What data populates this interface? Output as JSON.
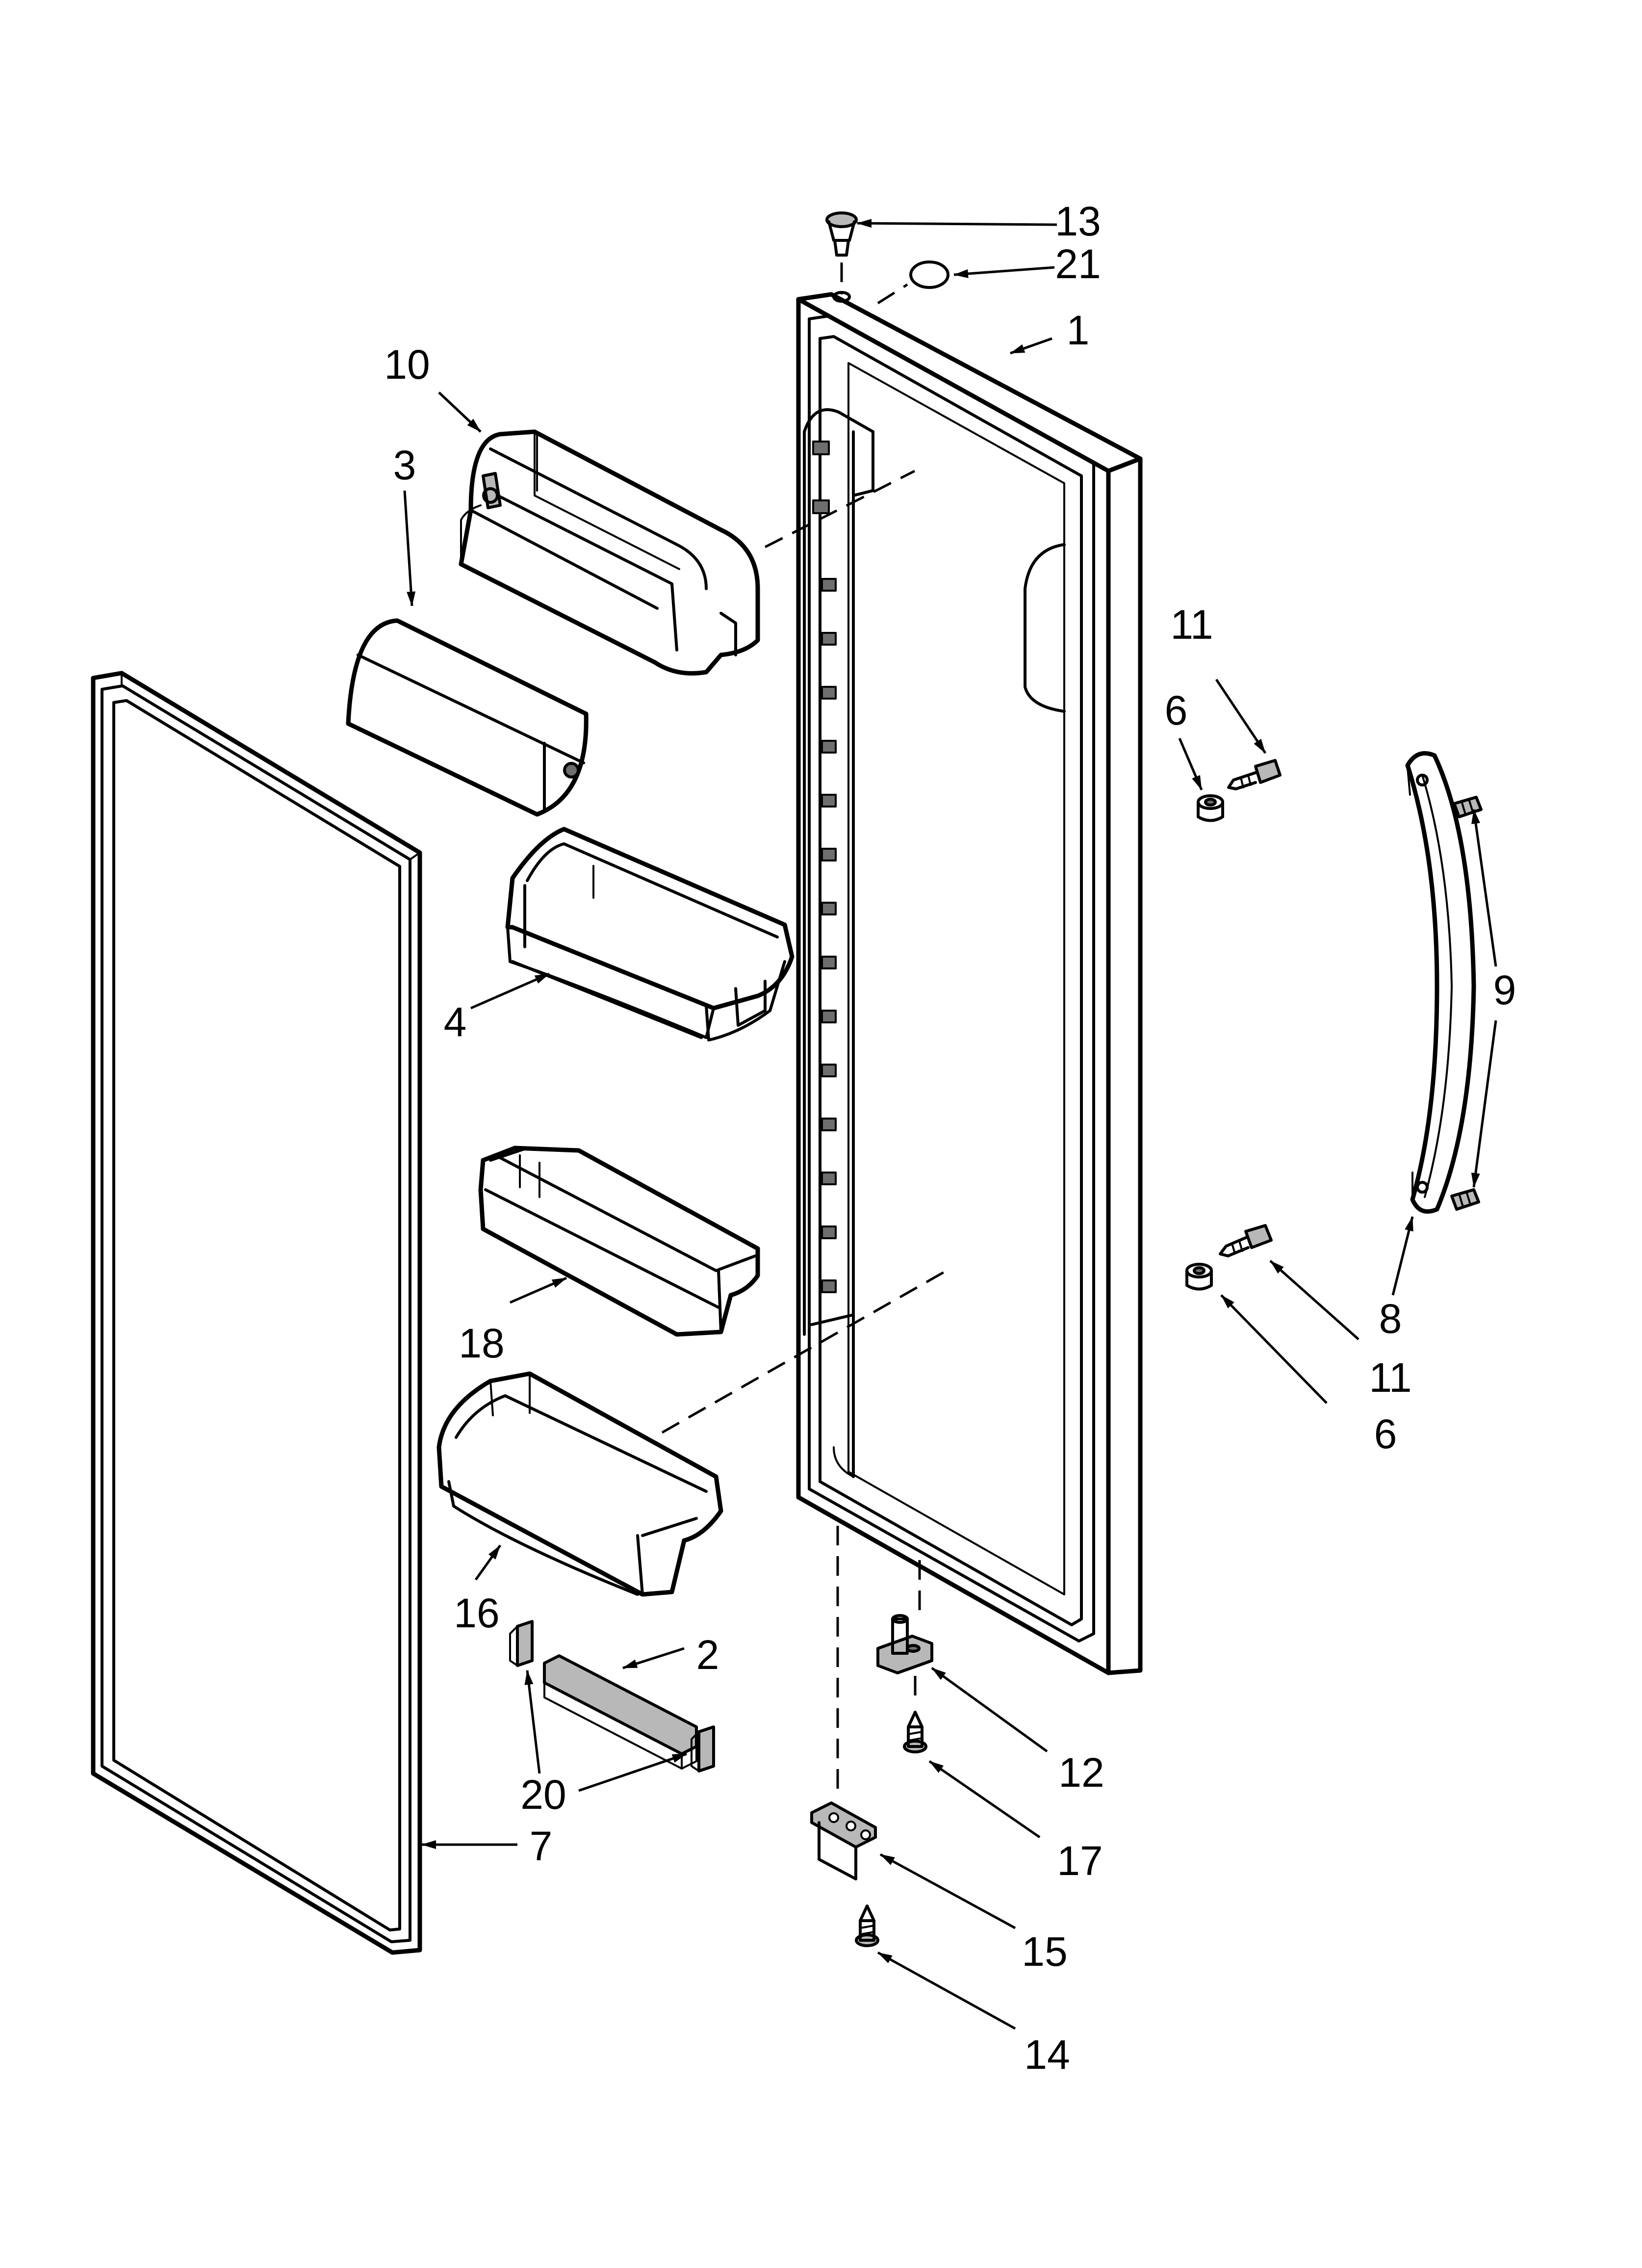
{
  "diagram": {
    "type": "exploded-parts-diagram",
    "callouts": {
      "c13": "13",
      "c21": "21",
      "c1": "1",
      "c10": "10",
      "c3": "3",
      "c11a": "11",
      "c6a": "6",
      "c9": "9",
      "c4": "4",
      "c8": "8",
      "c18": "18",
      "c11b": "11",
      "c6b": "6",
      "c16": "16",
      "c2": "2",
      "c12": "12",
      "c20": "20",
      "c17": "17",
      "c7": "7",
      "c15": "15",
      "c14": "14"
    },
    "parts": [
      {
        "id": "1",
        "name": "door-liner"
      },
      {
        "id": "2",
        "name": "shelf-rail"
      },
      {
        "id": "3",
        "name": "dairy-cover"
      },
      {
        "id": "4",
        "name": "door-bin"
      },
      {
        "id": "6",
        "name": "spacer"
      },
      {
        "id": "7",
        "name": "door-gasket"
      },
      {
        "id": "8",
        "name": "door-handle"
      },
      {
        "id": "9",
        "name": "handle-screw"
      },
      {
        "id": "10",
        "name": "dairy-compartment"
      },
      {
        "id": "11",
        "name": "screw"
      },
      {
        "id": "12",
        "name": "hinge-pin"
      },
      {
        "id": "13",
        "name": "top-bushing"
      },
      {
        "id": "14",
        "name": "screw"
      },
      {
        "id": "15",
        "name": "bottom-hinge"
      },
      {
        "id": "16",
        "name": "door-bin"
      },
      {
        "id": "17",
        "name": "screw"
      },
      {
        "id": "18",
        "name": "door-bin"
      },
      {
        "id": "20",
        "name": "end-cap"
      },
      {
        "id": "21",
        "name": "washer"
      }
    ]
  }
}
